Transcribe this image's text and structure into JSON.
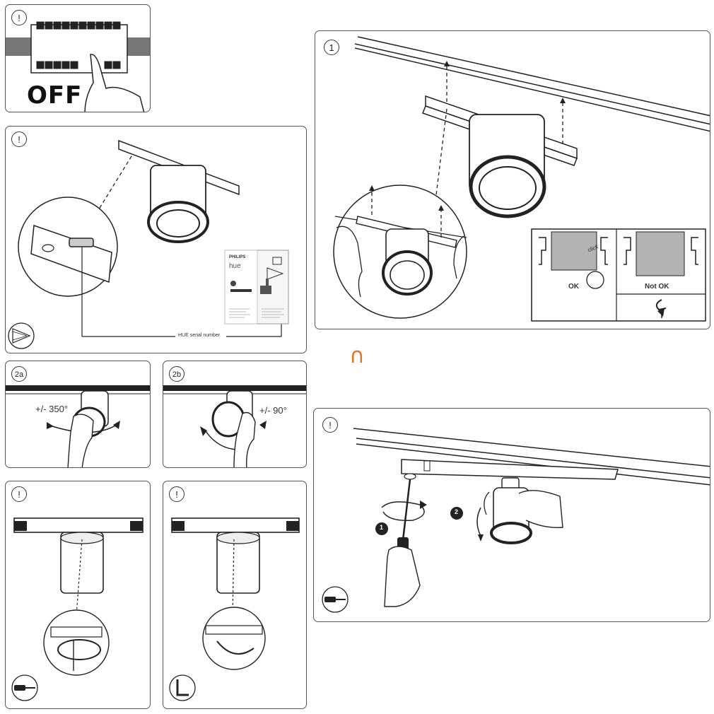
{
  "panel_power_off": {
    "badge": "!",
    "off_text": "OFF"
  },
  "panel_serial": {
    "badge": "!",
    "serial_label": "HUE serial number",
    "leaflet_brand": "PHILIPS",
    "leaflet_product": "hue"
  },
  "panel_rotate_a": {
    "badge": "2a",
    "angle": "+/- 350°"
  },
  "panel_rotate_b": {
    "badge": "2b",
    "angle": "+/- 90°"
  },
  "panel_screw": {
    "badge": "!"
  },
  "panel_hex": {
    "badge": "!"
  },
  "panel_mount": {
    "badge": "1",
    "ok_label": "OK",
    "click_label": "click",
    "notok_label": "Not OK"
  },
  "panel_remove": {
    "badge": "!",
    "step1": "1",
    "step2": "2"
  },
  "divider_symbol": "∩",
  "colors": {
    "line": "#222222",
    "panel_border": "#555555",
    "accent": "#e8731e",
    "grey_fill": "#b3b3b3"
  }
}
